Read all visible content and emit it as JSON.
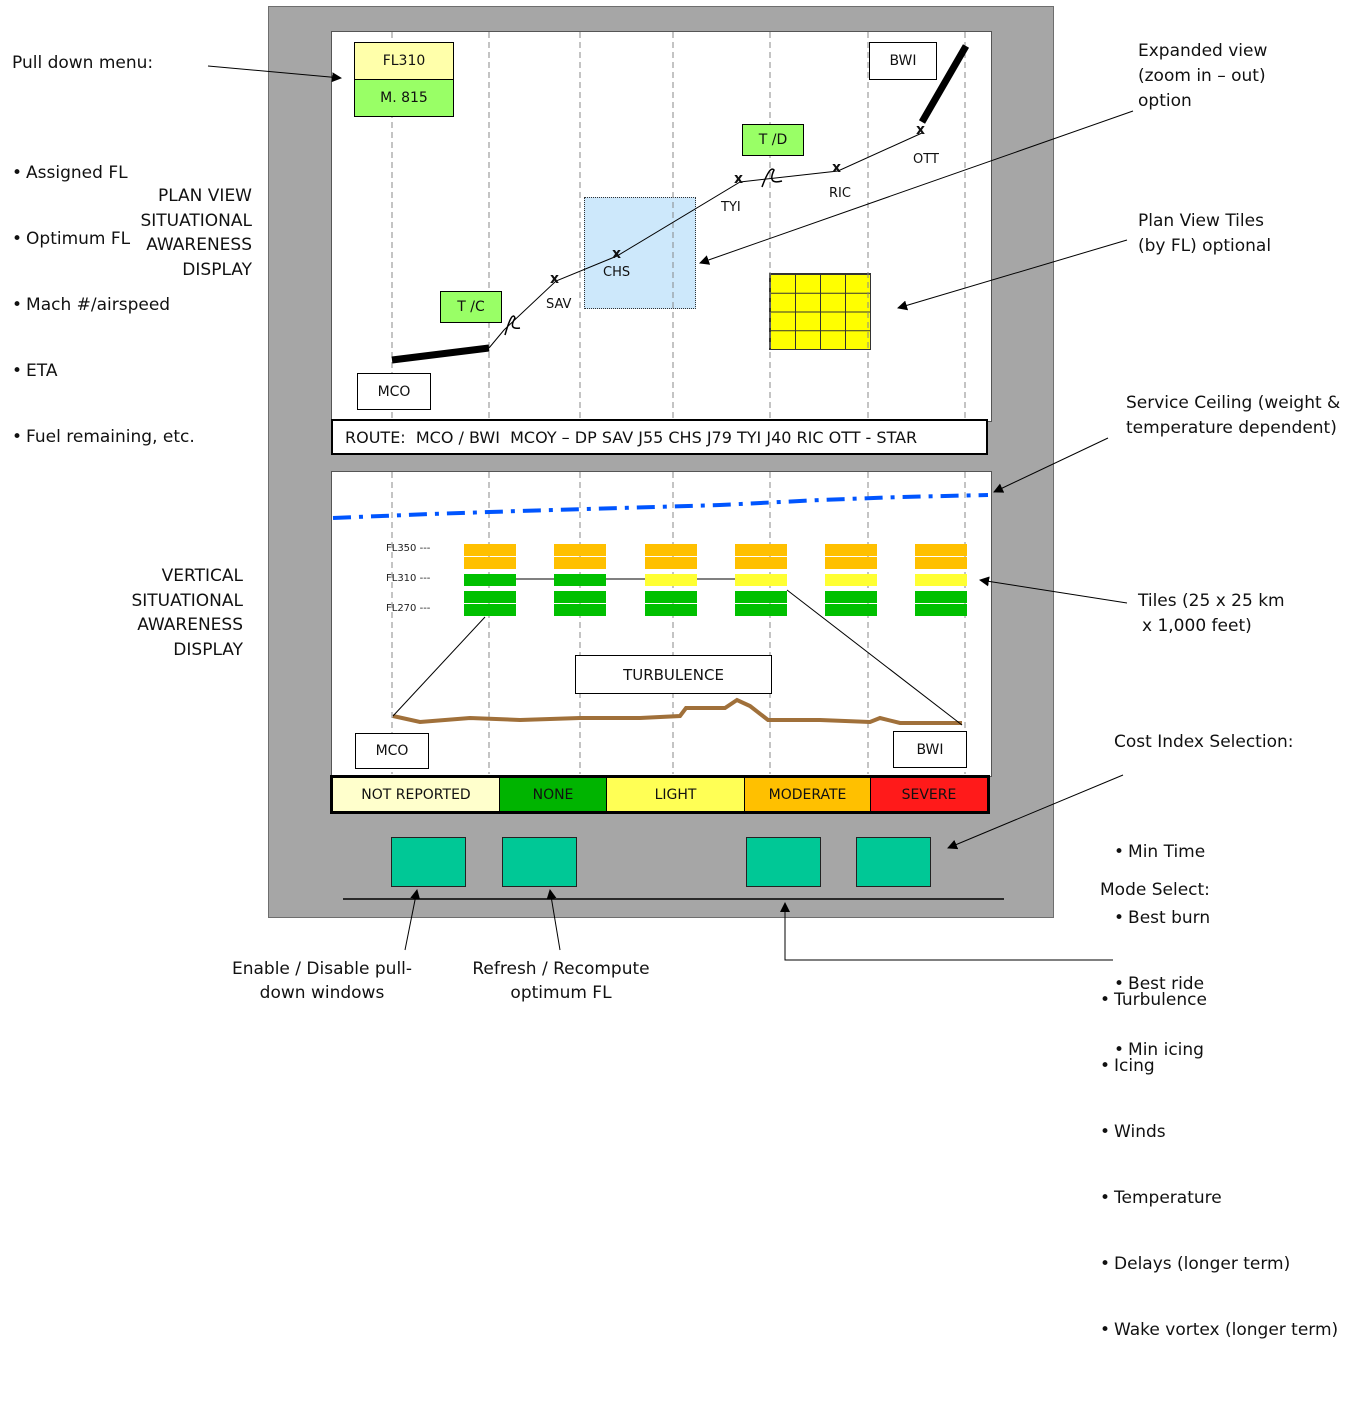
{
  "left_notes": {
    "pulldown_title": "Pull down menu:",
    "pulldown_items": [
      "Assigned FL",
      "Optimum FL",
      "Mach #/airspeed",
      "ETA",
      "Fuel remaining, etc."
    ],
    "plan_view_label": [
      "PLAN VIEW",
      "SITUATIONAL",
      "AWARENESS",
      "DISPLAY"
    ],
    "vertical_label": [
      "VERTICAL",
      "SITUATIONAL",
      "AWARENESS",
      "DISPLAY"
    ]
  },
  "right_notes": {
    "expanded_view": [
      "Expanded view",
      "(zoom in – out)",
      "option"
    ],
    "plan_tiles": [
      "Plan View Tiles",
      "(by FL) optional"
    ],
    "service_ceiling": [
      "Service Ceiling (weight &",
      "temperature dependent)"
    ],
    "tiles": [
      "Tiles (25 x 25 km",
      "x 1,000 feet)"
    ],
    "cost_index_title": "Cost Index Selection:",
    "cost_index_items": [
      "Min Time",
      "Best burn",
      "Best ride",
      "Min icing"
    ],
    "mode_select_title": "Mode Select:",
    "mode_select_items": [
      "Turbulence",
      "Icing",
      "Winds",
      "Temperature",
      "Delays (longer term)",
      "Wake vortex (longer term)"
    ]
  },
  "bottom_notes": {
    "enable_disable": [
      "Enable / Disable pull-",
      "down windows"
    ],
    "refresh": [
      "Refresh / Recompute",
      "optimum FL"
    ]
  },
  "plan_view": {
    "fl_box": "FL310",
    "mach_box": "M. 815",
    "origin": "MCO",
    "destination": "BWI",
    "tc_box": "T /C",
    "td_box": "T /D",
    "waypoints": [
      "SAV",
      "CHS",
      "TYI",
      "RIC",
      "OTT"
    ],
    "route_text": "ROUTE:  MCO / BWI  MCOY – DP SAV J55 CHS J79 TYI J40 RIC OTT - STAR"
  },
  "vertical_view": {
    "fl_labels": [
      "FL350 ---",
      "FL310 ---",
      "FL270 ---"
    ],
    "turbulence_box": "TURBULENCE",
    "origin": "MCO",
    "destination": "BWI"
  },
  "legend": [
    {
      "label": "NOT REPORTED",
      "color": "#ffffcc"
    },
    {
      "label": "NONE",
      "color": "#00b400"
    },
    {
      "label": "LIGHT",
      "color": "#ffff55"
    },
    {
      "label": "MODERATE",
      "color": "#ffc000"
    },
    {
      "label": "SEVERE",
      "color": "#ff1a1a"
    }
  ],
  "colors": {
    "frame": "#a6a6a6",
    "box_fill": "#ffffaa",
    "box_fill_green": "#99ff66",
    "expanded_view": "#cde8fb",
    "plan_tiles": "#ffff00",
    "tile_orange": "#ffc000",
    "tile_green": "#00c000",
    "tile_yellow": "#ffff33",
    "terrain": "#a0703a",
    "ceiling": "#0055ff",
    "buttons": "#00c896"
  }
}
